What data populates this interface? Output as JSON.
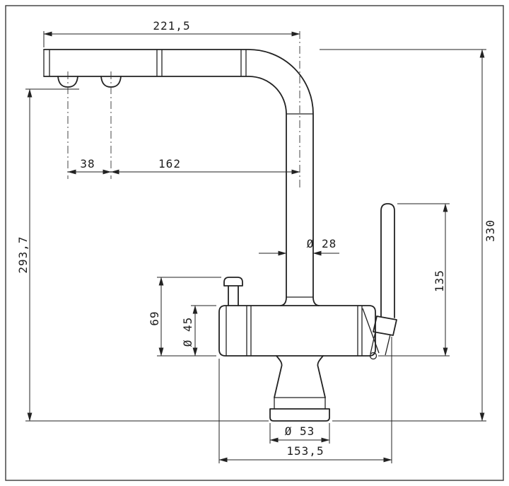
{
  "drawing": {
    "background": "#ffffff",
    "line_color": "#222222",
    "dims": {
      "spout_length": "221,5",
      "aerator_spacing": "38",
      "spout_reach": "162",
      "aerator_height": "293,7",
      "overall_height": "330",
      "handle_height": "135",
      "side_lever_height": "69",
      "body_diameter": "Ø 45",
      "spout_tube_diameter": "Ø 28",
      "base_diameter": "Ø 53",
      "overall_depth": "153,5"
    }
  }
}
